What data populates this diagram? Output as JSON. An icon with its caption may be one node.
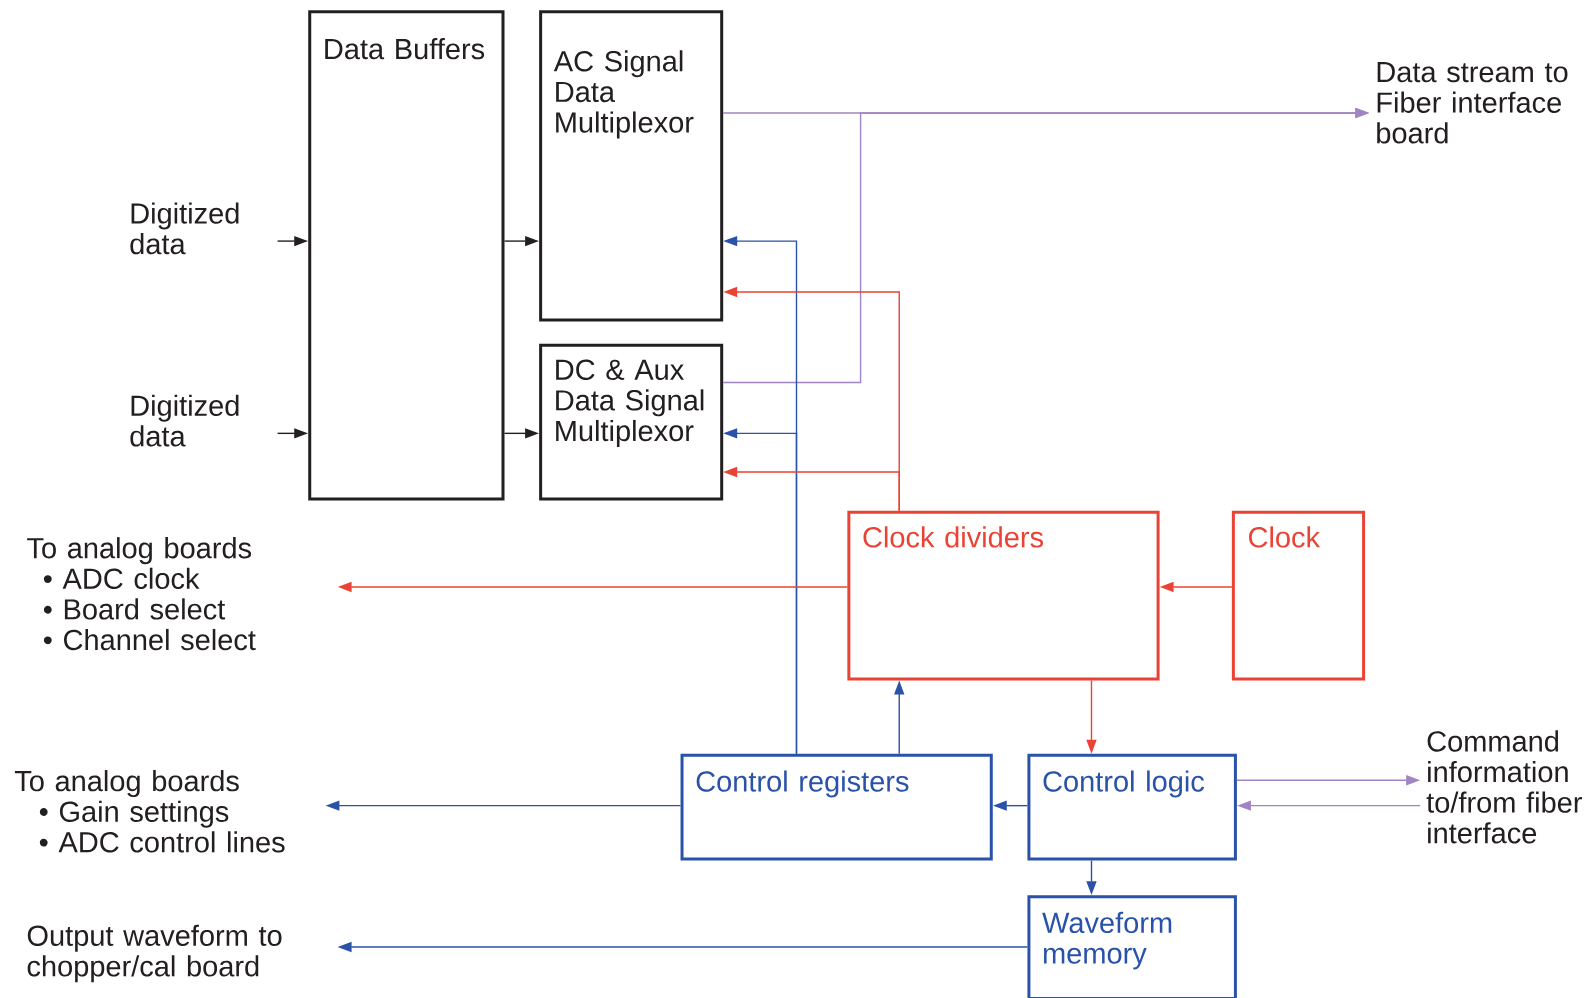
{
  "diagram": {
    "nodes": [
      {
        "text": [
          "Data Buffers"
        ]
      },
      {
        "text": [
          "AC Signal Data Multiplexor"
        ]
      },
      {
        "text": [
          "DC & Aux Data Signal Multiplexor"
        ]
      },
      {
        "text": [
          "Clock dividers"
        ]
      },
      {
        "text": [
          "Clock"
        ]
      },
      {
        "text": [
          "Control registers"
        ]
      },
      {
        "text": [
          "Control logic"
        ]
      },
      {
        "text": [
          "Waveform memory"
        ]
      },
      {
        "text": [
          "Digitized data"
        ]
      },
      {
        "text": [
          "Digitized data"
        ]
      },
      {
        "text": [
          "Data stream to Fiber interface board"
        ]
      },
      {
        "text": [
          "To analog boards",
          "• ADC clock",
          "• Board select",
          "• Channel select"
        ]
      },
      {
        "text": [
          "To analog boards",
          "• Gain settings",
          "• ADC control lines"
        ]
      },
      {
        "text": [
          "Output waveform to chopper/cal board"
        ]
      },
      {
        "text": [
          "Command information to/from fiber interface"
        ]
      }
    ],
    "edges": [
      {
        "from": 8,
        "to": 0,
        "arrow": "to",
        "color": "#231f20"
      },
      {
        "from": 9,
        "to": 0,
        "arrow": "to",
        "color": "#231f20"
      },
      {
        "from": 0,
        "to": 1,
        "arrow": "to",
        "color": "#231f20"
      },
      {
        "from": 0,
        "to": 2,
        "arrow": "to",
        "color": "#231f20"
      },
      {
        "from": 1,
        "to": 10,
        "arrow": "to",
        "color": "#a184c4"
      },
      {
        "from": 2,
        "to": 10,
        "arrow": "to",
        "color": "#a184c4"
      },
      {
        "from": 5,
        "to": 1,
        "arrow": "to",
        "color": "#2a52a8"
      },
      {
        "from": 5,
        "to": 2,
        "arrow": "to",
        "color": "#2a52a8"
      },
      {
        "from": 3,
        "to": 1,
        "arrow": "to",
        "color": "#ea4335"
      },
      {
        "from": 3,
        "to": 2,
        "arrow": "to",
        "color": "#ea4335"
      },
      {
        "from": 3,
        "to": 11,
        "arrow": "to",
        "color": "#ea4335"
      },
      {
        "from": 4,
        "to": 3,
        "arrow": "to",
        "color": "#ea4335"
      },
      {
        "from": 5,
        "to": 3,
        "arrow": "to",
        "color": "#2a52a8"
      },
      {
        "from": 3,
        "to": 6,
        "arrow": "to",
        "color": "#ea4335"
      },
      {
        "from": 6,
        "to": 5,
        "arrow": "to",
        "color": "#2a52a8"
      },
      {
        "from": 5,
        "to": 12,
        "arrow": "to",
        "color": "#2a52a8"
      },
      {
        "from": 6,
        "to": 7,
        "arrow": "to",
        "color": "#2a52a8"
      },
      {
        "from": 7,
        "to": 13,
        "arrow": "to",
        "color": "#2a52a8"
      },
      {
        "from": 6,
        "to": 14,
        "arrow": "to",
        "color": "#a184c4"
      },
      {
        "from": 14,
        "to": 6,
        "arrow": "to",
        "color": "#a184c4"
      }
    ]
  }
}
